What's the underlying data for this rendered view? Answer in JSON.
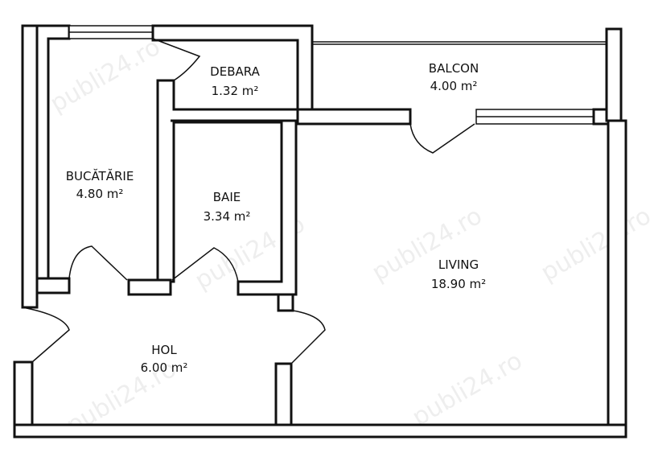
{
  "colors": {
    "background": "#ffffff",
    "wall": "#111111",
    "watermark": "#cfcfcf"
  },
  "watermark": "publi24.ro",
  "rooms": [
    {
      "id": "debara",
      "name": "DEBARA",
      "area": "1.32 m²"
    },
    {
      "id": "balcon",
      "name": "BALCON",
      "area": "4.00 m²"
    },
    {
      "id": "bucatarie",
      "name": "BUCĂTĂRIE",
      "area": "4.80 m²"
    },
    {
      "id": "baie",
      "name": "BAIE",
      "area": "3.34 m²"
    },
    {
      "id": "living",
      "name": "LIVING",
      "area": "18.90 m²"
    },
    {
      "id": "hol",
      "name": "HOL",
      "area": "6.00 m²"
    }
  ]
}
